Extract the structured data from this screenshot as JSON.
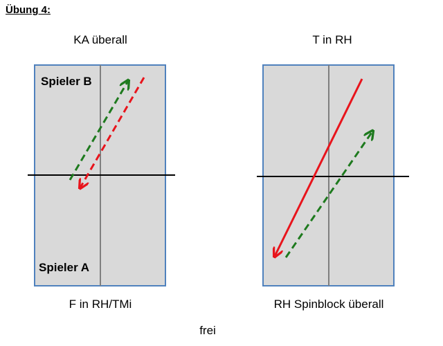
{
  "title": "Übung 4:",
  "footer": "frei",
  "diagrams": [
    {
      "top_label": "KA überall",
      "bottom_label": "F in RH/TMi",
      "player_b": "Spieler B",
      "player_a": "Spieler A"
    },
    {
      "top_label": "T in RH",
      "bottom_label": "RH Spinblock überall"
    }
  ],
  "colors": {
    "table_fill": "#d9d9d9",
    "table_border": "#4f81bd",
    "net": "#000000",
    "center_line": "#7f7f7f",
    "red_arrow": "#e8141c",
    "green_arrow": "#1e7a1e"
  }
}
